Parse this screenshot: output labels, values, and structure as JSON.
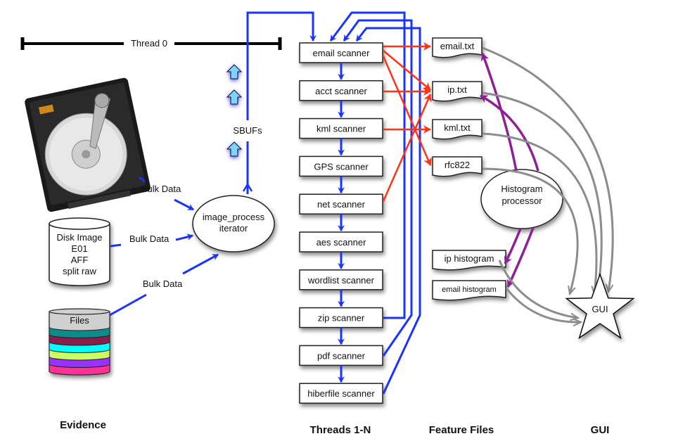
{
  "thread0": {
    "label": "Thread 0"
  },
  "evidence": {
    "bulk_label": "Bulk Data",
    "disk_image": {
      "lines": [
        "Disk Image",
        "E01",
        "AFF",
        "split raw"
      ]
    },
    "files": {
      "label": "Files",
      "stripe_colors": [
        "#0a8a8a",
        "#8c1a4a",
        "#00ffff",
        "#ccff66",
        "#9933ff",
        "#ff3399"
      ]
    },
    "section_label": "Evidence"
  },
  "iterator": {
    "lines": [
      "image_process",
      "iterator"
    ]
  },
  "sbufs": {
    "label": "SBUFs"
  },
  "scanners": {
    "section_label": "Threads 1-N",
    "items": [
      "email scanner",
      "acct scanner",
      "kml scanner",
      "GPS scanner",
      "net scanner",
      "aes scanner",
      "wordlist scanner",
      "zip scanner",
      "pdf scanner",
      "hiberfile scanner"
    ]
  },
  "feature_files": {
    "section_label": "Feature Files",
    "items": [
      "email.txt",
      "ip.txt",
      "kml.txt",
      "rfc822"
    ],
    "histograms": [
      "ip histogram",
      "email histogram"
    ]
  },
  "histogram_processor": {
    "lines": [
      "Histogram",
      "processor"
    ]
  },
  "gui": {
    "star_label": "GUI",
    "section_label": "GUI"
  },
  "colors": {
    "sbuf_flow": "#1a33ff",
    "feature_flow": "#ff3318",
    "histogram_flow": "#8e1f94",
    "gui_flow": "#8c8c8c",
    "sbuf_arrow_fill": "#7fd3ff"
  }
}
